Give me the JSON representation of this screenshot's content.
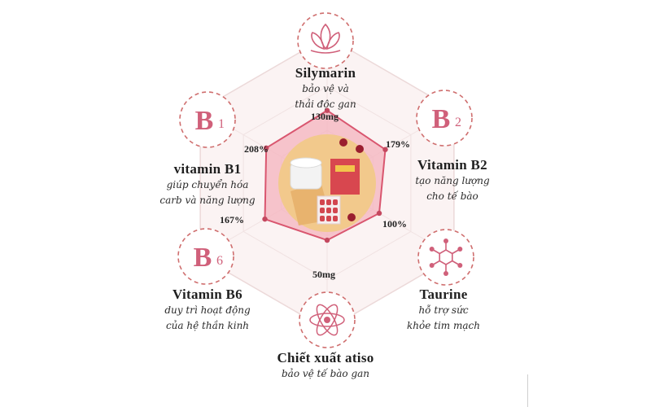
{
  "colors": {
    "accent": "#d0607a",
    "accent_dark": "#c4485f",
    "dashed_circle": "#cf6e6e",
    "hexagon_outline": "#ecd9d9",
    "polygon_fill": "#f4b3bd",
    "polygon_stroke": "#d9566f",
    "product_bg": "#f2c98c"
  },
  "nodes": [
    {
      "id": "silymarin",
      "icon": "lotus-icon",
      "title": "Silymarin",
      "desc": [
        "bảo vệ và",
        "thải độc gan"
      ],
      "value": "130mg",
      "level": 0.93
    },
    {
      "id": "b2",
      "icon": "b2-icon",
      "icon_letter": "B",
      "icon_sub": "2",
      "title": "Vitamin B2",
      "desc": [
        "tạo năng lượng",
        "cho tế bào"
      ],
      "value": "179%",
      "level": 0.86
    },
    {
      "id": "taurine",
      "icon": "molecule-icon",
      "title": "Taurine",
      "desc": [
        "hỗ trợ sức",
        "khỏe tim mạch"
      ],
      "value": "100%",
      "level": 0.77
    },
    {
      "id": "atiso",
      "icon": "atom-icon",
      "title": "Chiết xuất atiso",
      "desc": [
        "bảo vệ tế bào gan"
      ],
      "value": "50mg",
      "level": 0.73
    },
    {
      "id": "b6",
      "icon": "b6-icon",
      "icon_letter": "B",
      "icon_sub": "6",
      "title": "Vitamin B6",
      "desc": [
        "duy trì hoạt động",
        "của hệ thần kinh"
      ],
      "value": "167%",
      "level": 0.92
    },
    {
      "id": "b1",
      "icon": "b1-icon",
      "icon_letter": "B",
      "icon_sub": "1",
      "title": "vitamin B1",
      "desc": [
        "giúp chuyển hóa",
        "carb và năng lượng"
      ],
      "value": "208%",
      "level": 0.9
    }
  ]
}
